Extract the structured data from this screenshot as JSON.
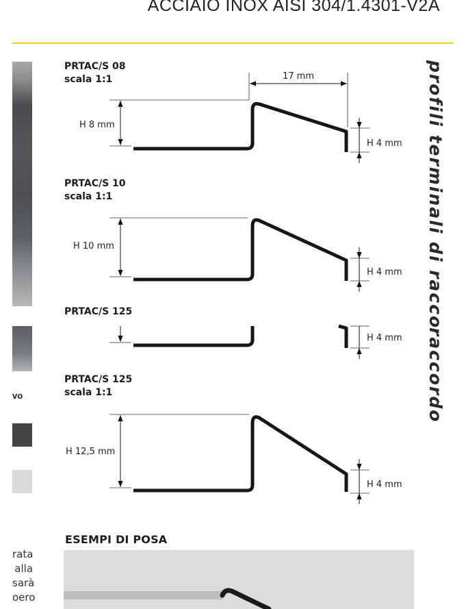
{
  "header": {
    "title": "ACCIAIO INOX AISI 304/1.4301-V2A"
  },
  "vertical_title": {
    "upper": "profili terminali di racco",
    "lower": "raccordo"
  },
  "colors": {
    "accent": "#f2cc1c",
    "swatch_dark": "#434446",
    "swatch_light": "#d8d9da"
  },
  "sidebar": {
    "label": "vo",
    "text_lines": [
      "rata",
      "alla",
      "sarà",
      "oero"
    ]
  },
  "profiles": [
    {
      "code": "PRTAC/S 08",
      "scale": "scala 1:1",
      "height_label": "H 8 mm",
      "width_label": "17 mm",
      "end_label": "H 4 mm"
    },
    {
      "code": "PRTAC/S 10",
      "scale": "scala 1:1",
      "height_label": "H 10 mm",
      "end_label": "H 4 mm"
    },
    {
      "code": "PRTAC/S 125",
      "end_label": "H 4 mm"
    },
    {
      "code": "PRTAC/S 125",
      "scale": "scala 1:1",
      "height_label": "H 12,5 mm",
      "end_label": "H 4 mm"
    }
  ],
  "examples": {
    "heading": "ESEMPI DI POSA"
  }
}
